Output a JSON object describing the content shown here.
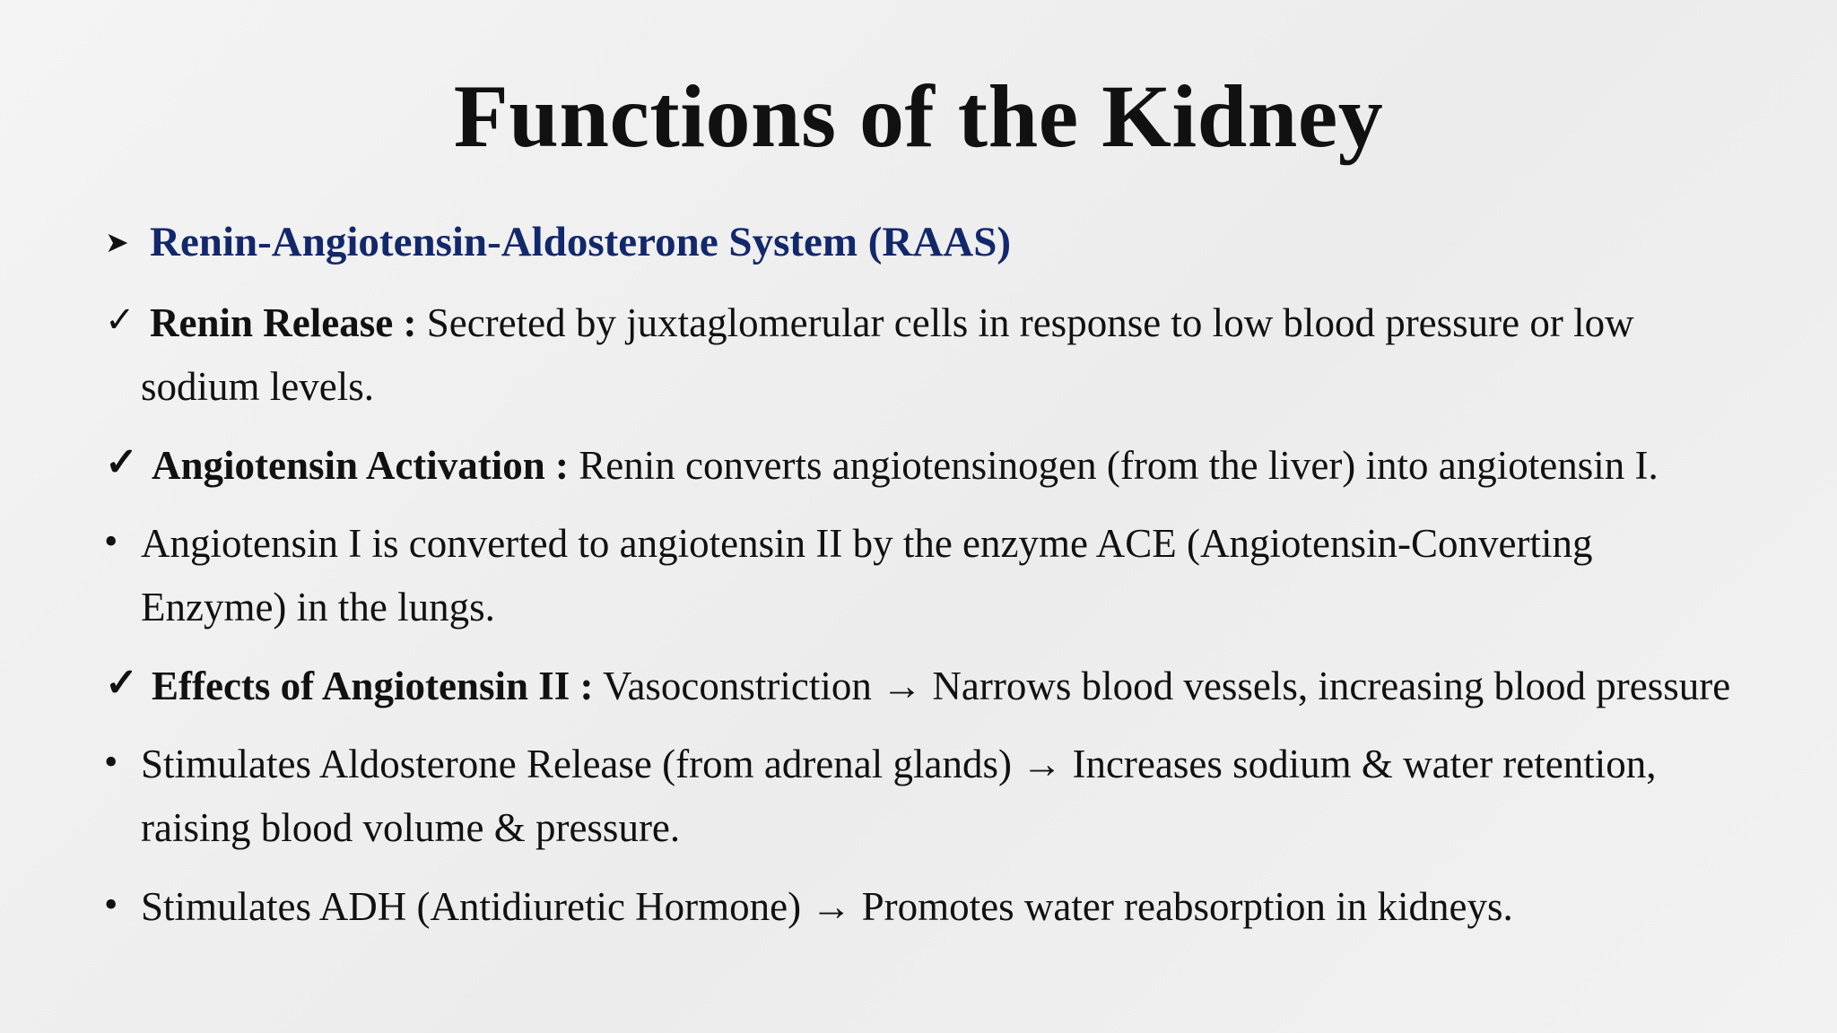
{
  "slide": {
    "title": "Functions of the Kidney",
    "section_heading": "Renin-Angiotensin-Aldosterone System (RAAS)",
    "items": [
      {
        "label": "Renin Release :",
        "text_line1": "Secreted by juxtaglomerular cells in response to low blood pressure or low",
        "text_line2": "sodium levels."
      },
      {
        "label": "Angiotensin Activation :",
        "text_line1": "Renin converts angiotensinogen (from the liver) into angiotensin I."
      },
      {
        "text_line1": "Angiotensin I is converted to angiotensin II by the enzyme ACE (Angiotensin-Converting",
        "text_line2": "Enzyme) in the lungs."
      },
      {
        "label": "Effects of Angiotensin II :",
        "text_line1": "Vasoconstriction → Narrows blood vessels, increasing blood pressure"
      },
      {
        "text_line1": "Stimulates Aldosterone Release (from adrenal glands) → Increases sodium & water retention,",
        "text_line2": "raising blood volume & pressure."
      },
      {
        "text_line1": "Stimulates ADH (Antidiuretic Hormone) → Promotes water reabsorption in kidneys."
      }
    ],
    "icons": {
      "heading_marker": "arrowhead-bullet-icon",
      "check_marker": "checkmark-icon",
      "dot_marker": "dot-bullet-icon"
    },
    "colors": {
      "heading": "#13286b",
      "text": "#111111",
      "background": "#efefef"
    }
  }
}
